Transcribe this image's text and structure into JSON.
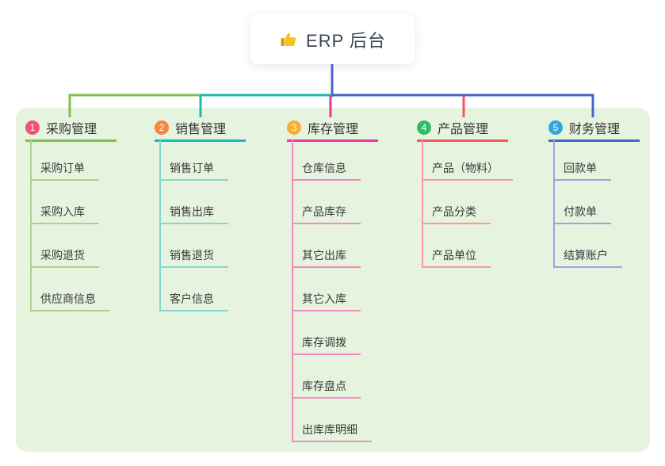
{
  "root": {
    "label": "ERP 后台",
    "icon": "thumbs-up-icon",
    "connector_color": "#4a63ce"
  },
  "panel_bg": "#e6f4df",
  "branches": [
    {
      "index": "1",
      "label": "采购管理",
      "colors": {
        "badge": "#f4536e",
        "line": "#7fbf4f",
        "line_light": "#a9d488"
      },
      "items": [
        "采购订单",
        "采购入库",
        "采购退货",
        "供应商信息"
      ]
    },
    {
      "index": "2",
      "label": "销售管理",
      "colors": {
        "badge": "#f8853c",
        "line": "#15bdb5",
        "line_light": "#86d6d1"
      },
      "items": [
        "销售订单",
        "销售出库",
        "销售退货",
        "客户信息"
      ]
    },
    {
      "index": "3",
      "label": "库存管理",
      "colors": {
        "badge": "#f7af2f",
        "line": "#e6399b",
        "line_light": "#f08bc4"
      },
      "items": [
        "仓库信息",
        "产品库存",
        "其它出库",
        "其它入库",
        "库存调拨",
        "库存盘点",
        "出库库明细"
      ]
    },
    {
      "index": "4",
      "label": "产品管理",
      "colors": {
        "badge": "#2ebd63",
        "line": "#f8535e",
        "line_light": "#f9999d"
      },
      "items": [
        "产品（物料）",
        "产品分类",
        "产品单位"
      ]
    },
    {
      "index": "5",
      "label": "财务管理",
      "colors": {
        "badge": "#2fa6df",
        "line": "#4365cb",
        "line_light": "#92a8de"
      },
      "items": [
        "回款单",
        "付款单",
        "结算账户"
      ]
    }
  ]
}
